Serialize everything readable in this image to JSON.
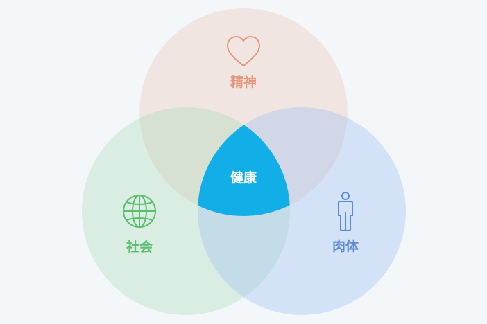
{
  "diagram": {
    "type": "venn",
    "center_label": "健康",
    "sets": [
      {
        "label": "精神",
        "icon": "heart-icon",
        "color": "#e8967a",
        "fill": "#f2e8e3"
      },
      {
        "label": "社会",
        "icon": "globe-icon",
        "color": "#5cbf6e",
        "fill": "#dff0e4"
      },
      {
        "label": "肉体",
        "icon": "person-icon",
        "color": "#5b8ad6",
        "fill": "#d6e4f7"
      }
    ],
    "center_color": "#12aee8",
    "background": "#f4f7fa"
  }
}
